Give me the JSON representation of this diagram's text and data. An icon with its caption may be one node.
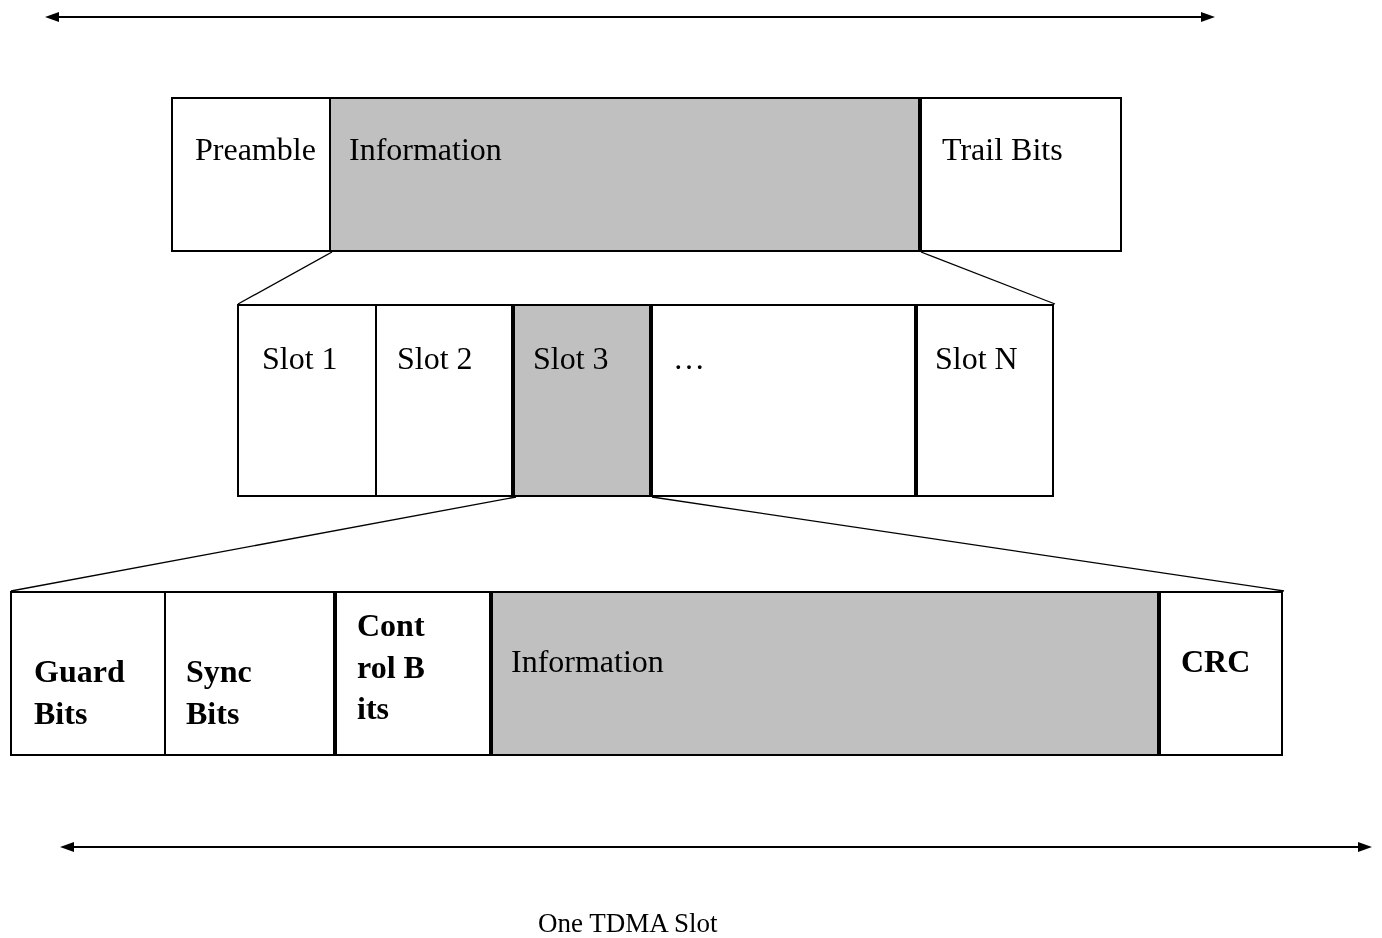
{
  "diagram": {
    "nodes": [
      {
        "text": [
          "Preamble"
        ]
      },
      {
        "text": [
          "Information"
        ]
      },
      {
        "text": [
          "Trail Bits"
        ]
      },
      {
        "text": [
          "Slot 1"
        ]
      },
      {
        "text": [
          "Slot 2"
        ]
      },
      {
        "text": [
          "Slot 3"
        ]
      },
      {
        "text": [
          "…"
        ]
      },
      {
        "text": [
          "Slot N"
        ]
      },
      {
        "text": [
          "Guard Bits"
        ]
      },
      {
        "text": [
          "Sync Bits"
        ]
      },
      {
        "text": [
          "Control Bits"
        ]
      },
      {
        "text": [
          "Information"
        ]
      },
      {
        "text": [
          "CRC"
        ]
      }
    ],
    "edges": [
      {
        "from": 1,
        "to": 3,
        "arrow": "none"
      },
      {
        "from": 1,
        "to": 7,
        "arrow": "none"
      },
      {
        "from": 5,
        "to": 8,
        "arrow": "none"
      },
      {
        "from": 5,
        "to": 12,
        "arrow": "none"
      }
    ],
    "labels": [
      "One TDMA Slot"
    ]
  }
}
